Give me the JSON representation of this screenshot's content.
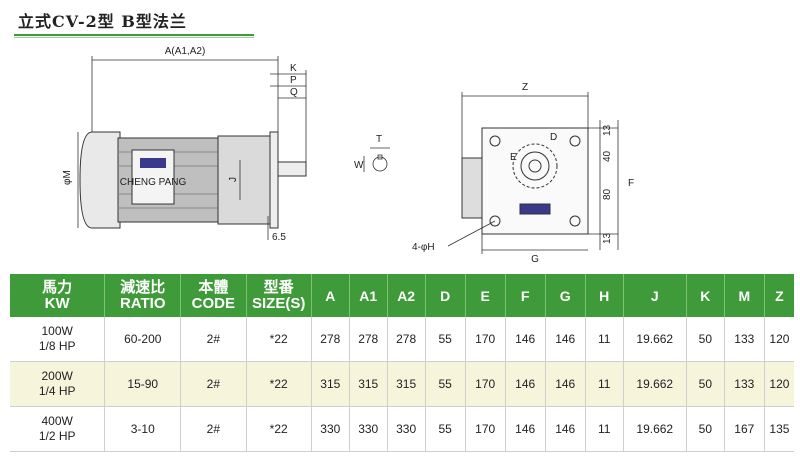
{
  "title": "立式CV-2型 B型法兰",
  "drawing": {
    "labels": {
      "A": "A(A1,A2)",
      "K": "K",
      "P": "P",
      "Q": "Q",
      "M": "φM",
      "J": "J",
      "d65": "6.5",
      "T": "T",
      "W": "W",
      "Z": "Z",
      "D": "D",
      "E": "E",
      "F": "F",
      "G": "G",
      "H": "4-φH",
      "n13a": "13",
      "n40": "40",
      "n80": "80",
      "n13b": "13",
      "brand": "CHENG PANG"
    }
  },
  "table": {
    "headers": [
      {
        "l1": "馬力",
        "l2": "KW"
      },
      {
        "l1": "減速比",
        "l2": "RATIO"
      },
      {
        "l1": "本體",
        "l2": "CODE"
      },
      {
        "l1": "型番",
        "l2": "SIZE(S)"
      },
      {
        "l1": "A"
      },
      {
        "l1": "A1"
      },
      {
        "l1": "A2"
      },
      {
        "l1": "D"
      },
      {
        "l1": "E"
      },
      {
        "l1": "F"
      },
      {
        "l1": "G"
      },
      {
        "l1": "H"
      },
      {
        "l1": "J"
      },
      {
        "l1": "K"
      },
      {
        "l1": "M"
      },
      {
        "l1": "Z"
      }
    ],
    "rows": [
      {
        "kw1": "100W",
        "kw2": "1/8 HP",
        "cells": [
          "60-200",
          "2#",
          "*22",
          "278",
          "278",
          "278",
          "55",
          "170",
          "146",
          "146",
          "11",
          "19.662",
          "50",
          "133",
          "120"
        ]
      },
      {
        "kw1": "200W",
        "kw2": "1/4 HP",
        "cells": [
          "15-90",
          "2#",
          "*22",
          "315",
          "315",
          "315",
          "55",
          "170",
          "146",
          "146",
          "11",
          "19.662",
          "50",
          "133",
          "120"
        ]
      },
      {
        "kw1": "400W",
        "kw2": "1/2 HP",
        "cells": [
          "3-10",
          "2#",
          "*22",
          "330",
          "330",
          "330",
          "55",
          "170",
          "146",
          "146",
          "11",
          "19.662",
          "50",
          "167",
          "135"
        ]
      }
    ]
  }
}
